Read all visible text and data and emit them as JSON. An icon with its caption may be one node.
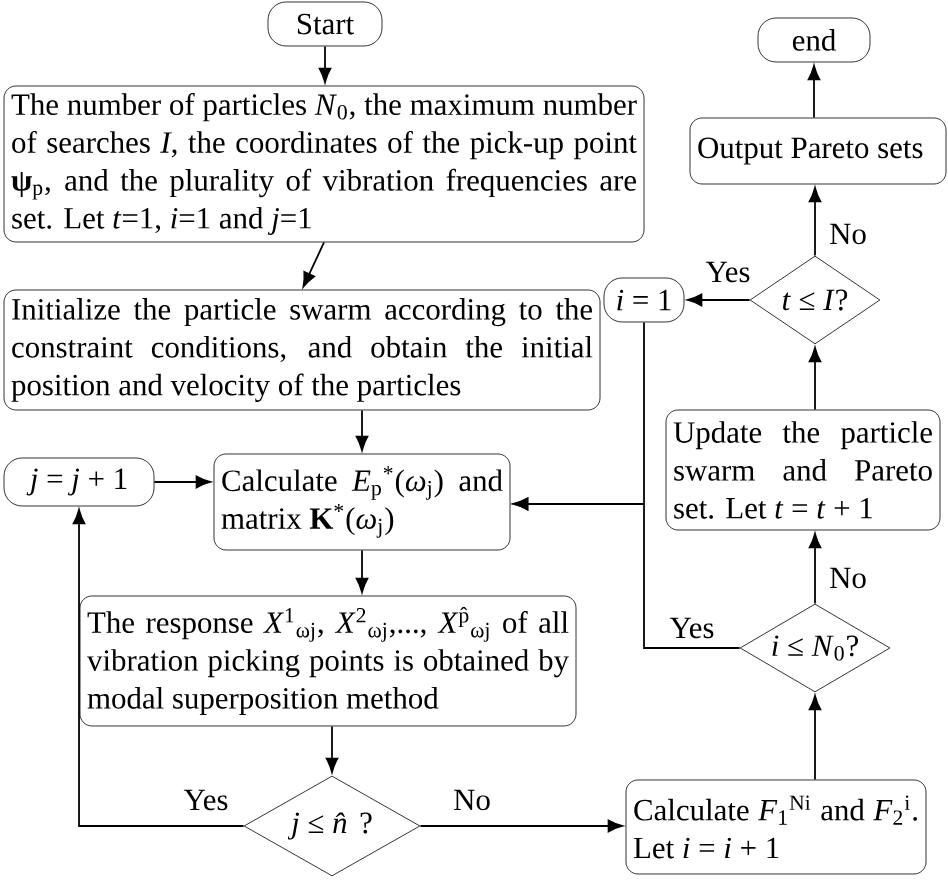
{
  "diagram": {
    "nodes": [
      {
        "text": [
          "Start"
        ]
      },
      {
        "text": [
          "The number of particles *N*$_{0}$, the maximum number of searches *I*, the coordinates of the pick-up point **ψ**$_{p}$, and the plurality of vibration frequencies are set. Let *t*=1, *i*=1 and *j*=1"
        ]
      },
      {
        "text": [
          "Initialize the particle swarm according to the constraint conditions, and obtain the initial position and velocity of the particles"
        ]
      },
      {
        "text": [
          "Calculate *E*$_{p}$$^{*}$(*ω*$_{j}$) and matrix **K**$^{*}$(*ω*$_{j}$)"
        ]
      },
      {
        "text": [
          "*j* = *j* + 1"
        ]
      },
      {
        "text": [
          "The response *X*$^{1}$$_{ωj}$, *X*$^{2}$$_{ωj}$,..., *X*$^{p̂}$$_{ωj}$ of all vibration picking points is obtained by modal superposition method"
        ]
      },
      {
        "text": [
          "*j* ≤ *n̂*?"
        ]
      },
      {
        "text": [
          "Calculate *F*$_{1}$$^{Ni}$ and *F*$_{2}$$^{i}$. Let *i* = *i* + 1"
        ]
      },
      {
        "text": [
          "*i* ≤ *N*$_{0}$?"
        ]
      },
      {
        "text": [
          "Update the particle swarm and Pareto set. Let *t* = *t* + 1"
        ]
      },
      {
        "text": [
          "*i* = 1"
        ]
      },
      {
        "text": [
          "*t* ≤ *I*?"
        ]
      },
      {
        "text": [
          "Output Pareto sets"
        ]
      },
      {
        "text": [
          "end"
        ]
      }
    ],
    "edges": [
      {
        "from": 0,
        "to": 1,
        "arrow": "to"
      },
      {
        "from": 1,
        "to": 2,
        "arrow": "to"
      },
      {
        "from": 2,
        "to": 3,
        "arrow": "to"
      },
      {
        "from": 3,
        "to": 5,
        "arrow": "to"
      },
      {
        "from": 5,
        "to": 6,
        "arrow": "to"
      },
      {
        "from": 6,
        "to": 4,
        "arrow": "to",
        "label": "Yes"
      },
      {
        "from": 4,
        "to": 3,
        "arrow": "to"
      },
      {
        "from": 6,
        "to": 7,
        "arrow": "to",
        "label": "No"
      },
      {
        "from": 7,
        "to": 8,
        "arrow": "to"
      },
      {
        "from": 8,
        "to": 9,
        "arrow": "to",
        "label": "No"
      },
      {
        "from": 8,
        "to": 3,
        "arrow": "to",
        "label": "Yes"
      },
      {
        "from": 10,
        "to": 3,
        "arrow": "to"
      },
      {
        "from": 9,
        "to": 11,
        "arrow": "to"
      },
      {
        "from": 11,
        "to": 10,
        "arrow": "to",
        "label": "Yes"
      },
      {
        "from": 11,
        "to": 12,
        "arrow": "to",
        "label": "No"
      },
      {
        "from": 12,
        "to": 13,
        "arrow": "to"
      }
    ]
  }
}
